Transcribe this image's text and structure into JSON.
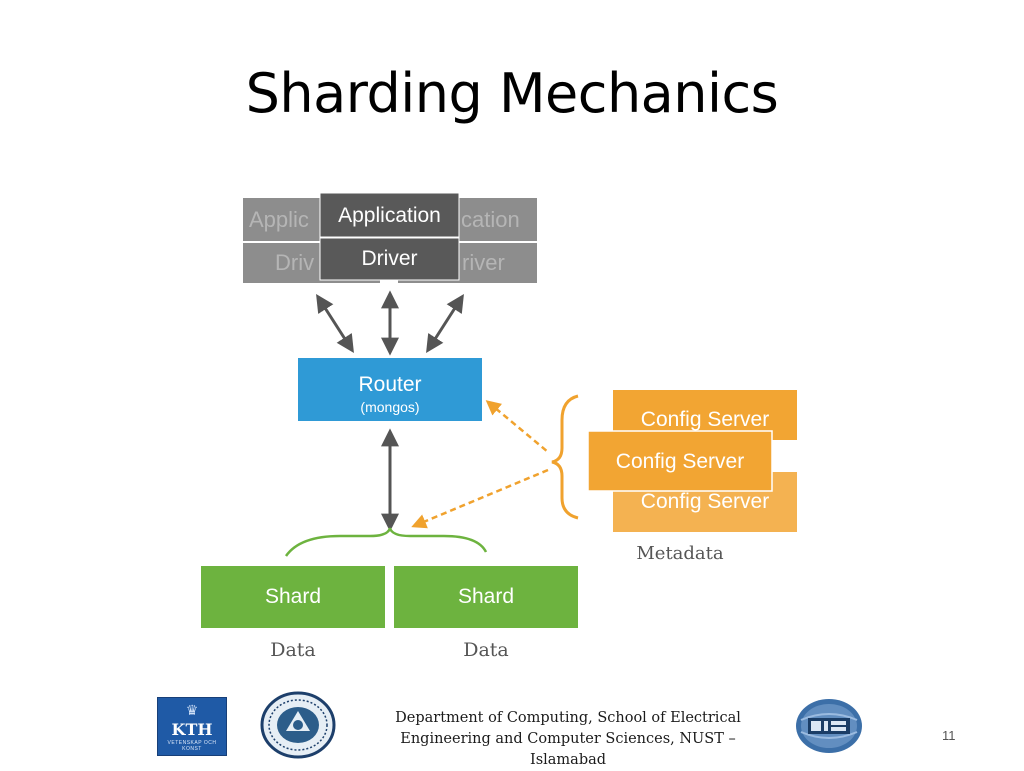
{
  "slide": {
    "title": "Sharding Mechanics",
    "page_number": "11"
  },
  "diagram": {
    "application_label": "Application",
    "driver_label": "Driver",
    "application_ghost_left": "Applic",
    "application_ghost_right": "cation",
    "driver_ghost_left": "Driv",
    "driver_ghost_right": "river",
    "router_label": "Router",
    "router_sub": "(mongos)",
    "config_server_label": "Config Server",
    "metadata_label": "Metadata",
    "shard_label": "Shard",
    "data_label": "Data",
    "colors": {
      "app_box": "#595959",
      "app_box_ghost": "#8a8a8a",
      "router": "#2f9ad6",
      "config": "#f2a533",
      "shard": "#6db33f",
      "arrow": "#555555",
      "dashed_arrow": "#f0a22e"
    }
  },
  "footer": {
    "line1": "Department of Computing, School of Electrical",
    "line2": "Engineering and Computer Sciences, NUST –",
    "line3": "Islamabad",
    "logos": [
      "kth-logo",
      "nust-logo",
      "ais-logo"
    ],
    "kth_text": "KTH",
    "kth_subtext": "VETENSKAP OCH KONST"
  }
}
